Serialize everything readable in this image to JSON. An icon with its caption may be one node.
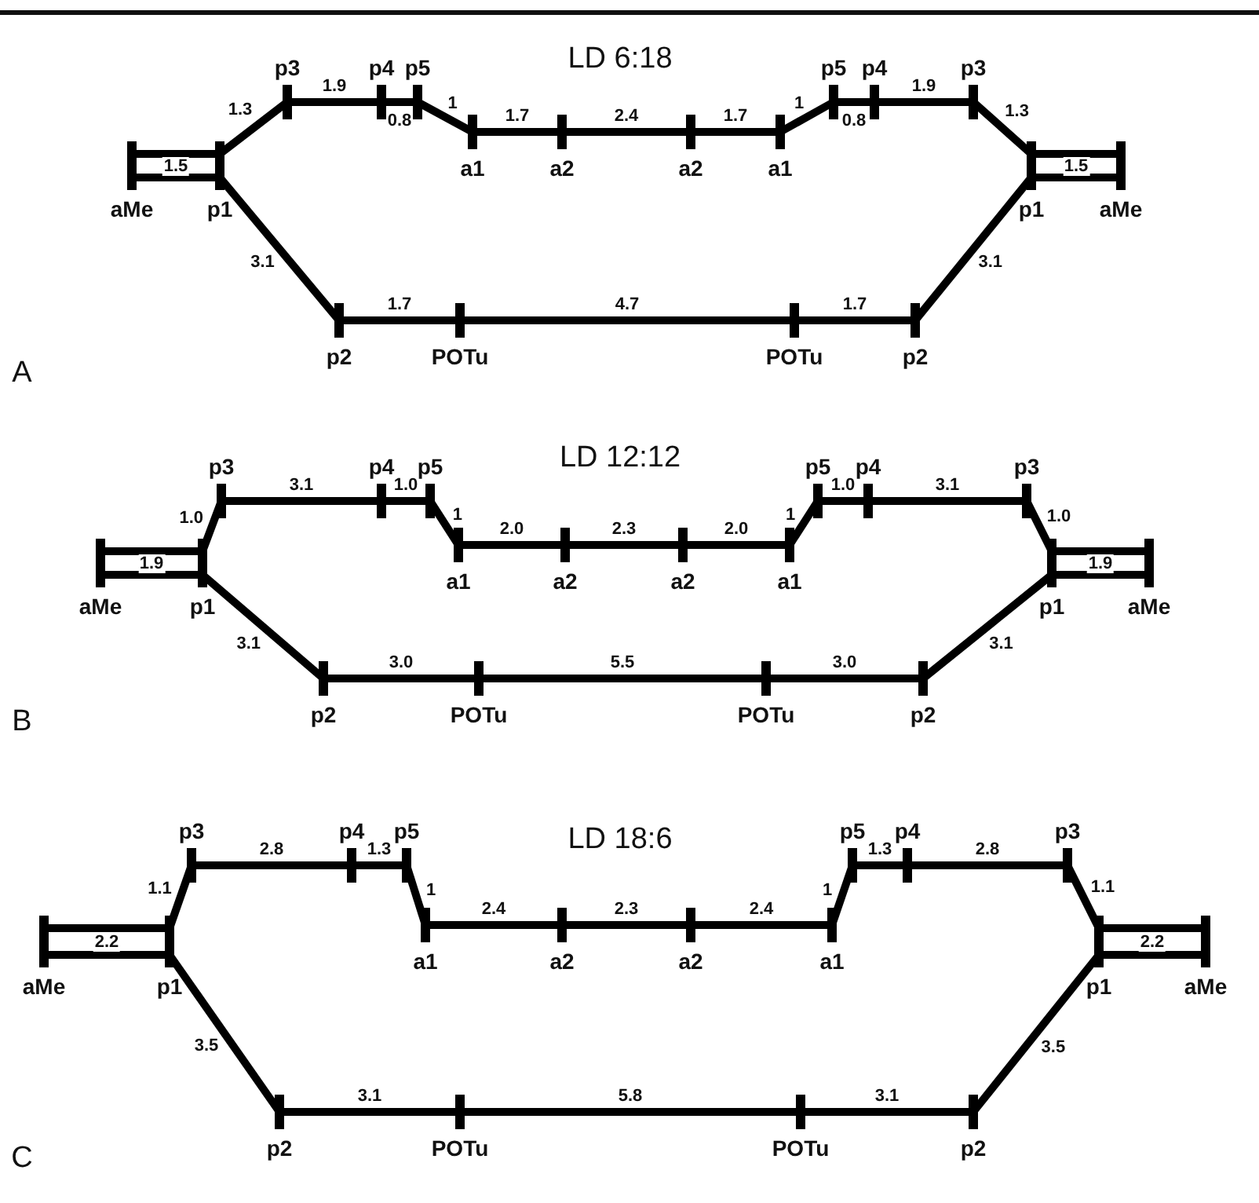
{
  "diagram": {
    "nodes": [
      {
        "text": [
          "aMe"
        ]
      },
      {
        "text": [
          "p1"
        ]
      },
      {
        "text": [
          "p3"
        ]
      },
      {
        "text": [
          "p4"
        ]
      },
      {
        "text": [
          "p5"
        ]
      },
      {
        "text": [
          "a1"
        ]
      },
      {
        "text": [
          "a2"
        ]
      },
      {
        "text": [
          "a2"
        ]
      },
      {
        "text": [
          "a1"
        ]
      },
      {
        "text": [
          "p5"
        ]
      },
      {
        "text": [
          "p4"
        ]
      },
      {
        "text": [
          "p3"
        ]
      },
      {
        "text": [
          "p1"
        ]
      },
      {
        "text": [
          "aMe"
        ]
      },
      {
        "text": [
          "p2"
        ]
      },
      {
        "text": [
          "POTu"
        ]
      },
      {
        "text": [
          "POTu"
        ]
      },
      {
        "text": [
          "p2"
        ]
      },
      {
        "text": [
          "aMe"
        ]
      },
      {
        "text": [
          "p1"
        ]
      },
      {
        "text": [
          "p3"
        ]
      },
      {
        "text": [
          "p4"
        ]
      },
      {
        "text": [
          "p5"
        ]
      },
      {
        "text": [
          "a1"
        ]
      },
      {
        "text": [
          "a2"
        ]
      },
      {
        "text": [
          "a2"
        ]
      },
      {
        "text": [
          "a1"
        ]
      },
      {
        "text": [
          "p5"
        ]
      },
      {
        "text": [
          "p4"
        ]
      },
      {
        "text": [
          "p3"
        ]
      },
      {
        "text": [
          "p1"
        ]
      },
      {
        "text": [
          "aMe"
        ]
      },
      {
        "text": [
          "p2"
        ]
      },
      {
        "text": [
          "POTu"
        ]
      },
      {
        "text": [
          "POTu"
        ]
      },
      {
        "text": [
          "p2"
        ]
      },
      {
        "text": [
          "aMe"
        ]
      },
      {
        "text": [
          "p1"
        ]
      },
      {
        "text": [
          "p3"
        ]
      },
      {
        "text": [
          "p4"
        ]
      },
      {
        "text": [
          "p5"
        ]
      },
      {
        "text": [
          "a1"
        ]
      },
      {
        "text": [
          "a2"
        ]
      },
      {
        "text": [
          "a2"
        ]
      },
      {
        "text": [
          "a1"
        ]
      },
      {
        "text": [
          "p5"
        ]
      },
      {
        "text": [
          "p4"
        ]
      },
      {
        "text": [
          "p3"
        ]
      },
      {
        "text": [
          "p1"
        ]
      },
      {
        "text": [
          "aMe"
        ]
      },
      {
        "text": [
          "p2"
        ]
      },
      {
        "text": [
          "POTu"
        ]
      },
      {
        "text": [
          "POTu"
        ]
      },
      {
        "text": [
          "p2"
        ]
      }
    ],
    "edges": [
      {
        "from": 0,
        "to": 1,
        "arrow": "none",
        "label": "1.5"
      },
      {
        "from": 1,
        "to": 2,
        "arrow": "none",
        "label": "1.3"
      },
      {
        "from": 2,
        "to": 3,
        "arrow": "none",
        "label": "1.9"
      },
      {
        "from": 3,
        "to": 4,
        "arrow": "none",
        "label": "0.8"
      },
      {
        "from": 4,
        "to": 5,
        "arrow": "none",
        "label": "1"
      },
      {
        "from": 5,
        "to": 6,
        "arrow": "none",
        "label": "1.7"
      },
      {
        "from": 6,
        "to": 7,
        "arrow": "none",
        "label": "2.4"
      },
      {
        "from": 7,
        "to": 8,
        "arrow": "none",
        "label": "1.7"
      },
      {
        "from": 8,
        "to": 9,
        "arrow": "none",
        "label": "1"
      },
      {
        "from": 9,
        "to": 10,
        "arrow": "none",
        "label": "0.8"
      },
      {
        "from": 10,
        "to": 11,
        "arrow": "none",
        "label": "1.9"
      },
      {
        "from": 11,
        "to": 12,
        "arrow": "none",
        "label": "1.3"
      },
      {
        "from": 12,
        "to": 13,
        "arrow": "none",
        "label": "1.5"
      },
      {
        "from": 1,
        "to": 14,
        "arrow": "none",
        "label": "3.1"
      },
      {
        "from": 14,
        "to": 15,
        "arrow": "none",
        "label": "1.7"
      },
      {
        "from": 15,
        "to": 16,
        "arrow": "none",
        "label": "4.7"
      },
      {
        "from": 16,
        "to": 17,
        "arrow": "none",
        "label": "1.7"
      },
      {
        "from": 17,
        "to": 12,
        "arrow": "none",
        "label": "3.1"
      },
      {
        "from": 18,
        "to": 19,
        "arrow": "none",
        "label": "1.9"
      },
      {
        "from": 19,
        "to": 20,
        "arrow": "none",
        "label": "1.0"
      },
      {
        "from": 20,
        "to": 21,
        "arrow": "none",
        "label": "3.1"
      },
      {
        "from": 21,
        "to": 22,
        "arrow": "none",
        "label": "1.0"
      },
      {
        "from": 22,
        "to": 23,
        "arrow": "none",
        "label": "1"
      },
      {
        "from": 23,
        "to": 24,
        "arrow": "none",
        "label": "2.0"
      },
      {
        "from": 24,
        "to": 25,
        "arrow": "none",
        "label": "2.3"
      },
      {
        "from": 25,
        "to": 26,
        "arrow": "none",
        "label": "2.0"
      },
      {
        "from": 26,
        "to": 27,
        "arrow": "none",
        "label": "1"
      },
      {
        "from": 27,
        "to": 28,
        "arrow": "none",
        "label": "1.0"
      },
      {
        "from": 28,
        "to": 29,
        "arrow": "none",
        "label": "3.1"
      },
      {
        "from": 29,
        "to": 30,
        "arrow": "none",
        "label": "1.0"
      },
      {
        "from": 30,
        "to": 31,
        "arrow": "none",
        "label": "1.9"
      },
      {
        "from": 19,
        "to": 32,
        "arrow": "none",
        "label": "3.1"
      },
      {
        "from": 32,
        "to": 33,
        "arrow": "none",
        "label": "3.0"
      },
      {
        "from": 33,
        "to": 34,
        "arrow": "none",
        "label": "5.5"
      },
      {
        "from": 34,
        "to": 35,
        "arrow": "none",
        "label": "3.0"
      },
      {
        "from": 35,
        "to": 30,
        "arrow": "none",
        "label": "3.1"
      },
      {
        "from": 36,
        "to": 37,
        "arrow": "none",
        "label": "2.2"
      },
      {
        "from": 37,
        "to": 38,
        "arrow": "none",
        "label": "1.1"
      },
      {
        "from": 38,
        "to": 39,
        "arrow": "none",
        "label": "2.8"
      },
      {
        "from": 39,
        "to": 40,
        "arrow": "none",
        "label": "1.3"
      },
      {
        "from": 40,
        "to": 41,
        "arrow": "none",
        "label": "1"
      },
      {
        "from": 41,
        "to": 42,
        "arrow": "none",
        "label": "2.4"
      },
      {
        "from": 42,
        "to": 43,
        "arrow": "none",
        "label": "2.3"
      },
      {
        "from": 43,
        "to": 44,
        "arrow": "none",
        "label": "2.4"
      },
      {
        "from": 44,
        "to": 45,
        "arrow": "none",
        "label": "1"
      },
      {
        "from": 45,
        "to": 46,
        "arrow": "none",
        "label": "1.3"
      },
      {
        "from": 46,
        "to": 47,
        "arrow": "none",
        "label": "2.8"
      },
      {
        "from": 47,
        "to": 48,
        "arrow": "none",
        "label": "1.1"
      },
      {
        "from": 48,
        "to": 49,
        "arrow": "none",
        "label": "2.2"
      },
      {
        "from": 37,
        "to": 50,
        "arrow": "none",
        "label": "3.5"
      },
      {
        "from": 50,
        "to": 51,
        "arrow": "none",
        "label": "3.1"
      },
      {
        "from": 51,
        "to": 52,
        "arrow": "none",
        "label": "5.8"
      },
      {
        "from": 52,
        "to": 53,
        "arrow": "none",
        "label": "3.1"
      },
      {
        "from": 53,
        "to": 48,
        "arrow": "none",
        "label": "3.5"
      }
    ],
    "labels": [
      "LD 6:18",
      "A",
      "LD 12:12",
      "B",
      "LD 18:6",
      "C"
    ]
  }
}
